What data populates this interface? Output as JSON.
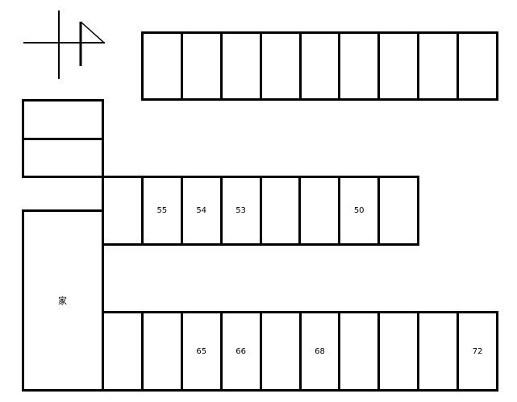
{
  "diagram": {
    "type": "parking-lot-floor-plan",
    "compass": {
      "icon": "north-arrow-icon"
    },
    "house": {
      "label": "家"
    },
    "left_boxes": [
      {
        "label": ""
      },
      {
        "label": ""
      }
    ],
    "top_row": {
      "cells": [
        {
          "label": ""
        },
        {
          "label": ""
        },
        {
          "label": ""
        },
        {
          "label": ""
        },
        {
          "label": ""
        },
        {
          "label": ""
        },
        {
          "label": ""
        },
        {
          "label": ""
        },
        {
          "label": ""
        }
      ]
    },
    "middle_row": {
      "cells": [
        {
          "label": ""
        },
        {
          "label": "55"
        },
        {
          "label": "54"
        },
        {
          "label": "53"
        },
        {
          "label": ""
        },
        {
          "label": ""
        },
        {
          "label": "50"
        },
        {
          "label": ""
        }
      ]
    },
    "bottom_row": {
      "cells": [
        {
          "label": ""
        },
        {
          "label": ""
        },
        {
          "label": "65"
        },
        {
          "label": "66"
        },
        {
          "label": ""
        },
        {
          "label": "68"
        },
        {
          "label": ""
        },
        {
          "label": ""
        },
        {
          "label": ""
        },
        {
          "label": "72"
        }
      ]
    },
    "colors": {
      "line": "#000000",
      "background": "#ffffff"
    }
  }
}
